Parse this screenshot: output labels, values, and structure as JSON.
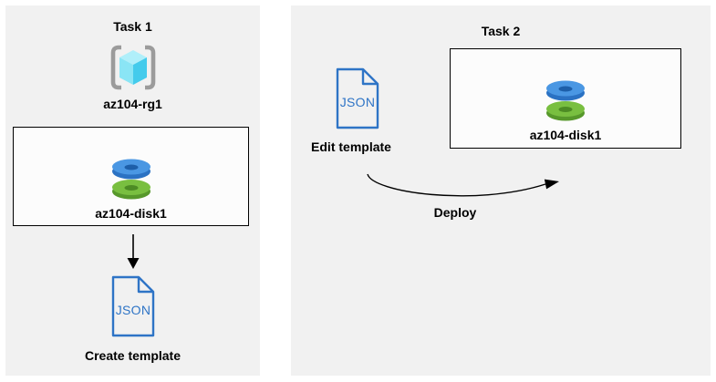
{
  "colors": {
    "page_bg": "#ffffff",
    "panel_bg": "#f1f1f1",
    "box_bg": "#fcfcfc",
    "box_border": "#000000",
    "text": "#000000",
    "arrow": "#000000",
    "accent_blue": "#2e74c6",
    "disk_blue_top": "#4a97e3",
    "disk_blue_side": "#2b72c3",
    "disk_blue_hole": "#1d5fa9",
    "disk_green_top": "#79bf40",
    "disk_green_side": "#57982b",
    "disk_green_hole": "#4d8b24",
    "bracket_gray": "#9b9b9b",
    "cube_top": "#b0effa",
    "cube_left": "#8ae5f5",
    "cube_right": "#44cbec"
  },
  "icons": {
    "resource_group": "resource-group-icon",
    "managed_disk": "managed-disk-icon",
    "json_file": "json-file-icon",
    "down_arrow": "down-arrow-icon",
    "deploy_arrow": "deploy-curved-arrow-icon"
  },
  "task1": {
    "title": "Task 1",
    "resource_group_label": "az104-rg1",
    "disk_label": "az104-disk1",
    "json_icon_text": "JSON",
    "action_label": "Create template"
  },
  "task2": {
    "title": "Task 2",
    "json_icon_text": "JSON",
    "edit_label": "Edit template",
    "disk_label": "az104-disk1",
    "deploy_label": "Deploy"
  }
}
